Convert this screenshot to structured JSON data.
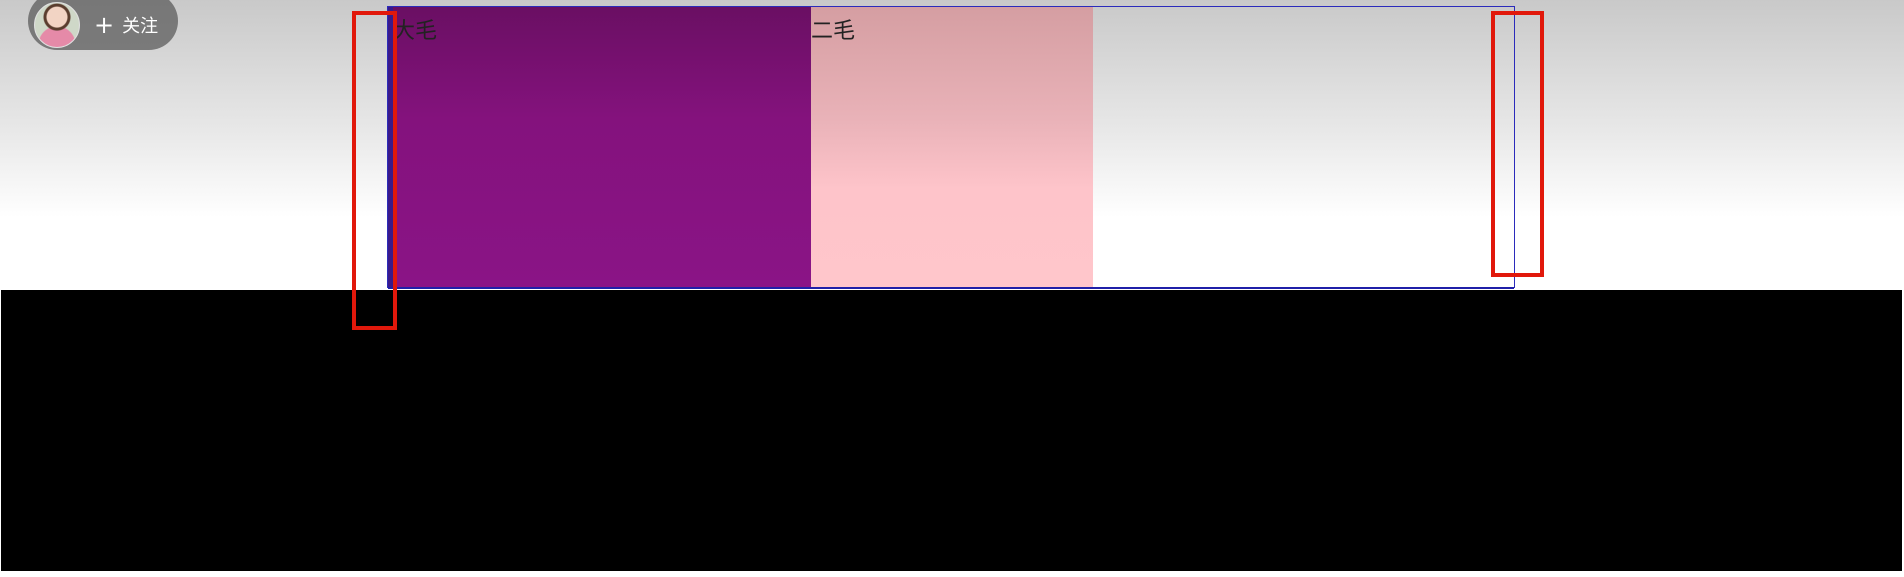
{
  "follow": {
    "label": "关注",
    "plus_icon": "+"
  },
  "flex_demo": {
    "items": [
      {
        "label": "大毛",
        "color": "#84127d"
      },
      {
        "label": "二毛",
        "color": "#ffc6cb"
      }
    ],
    "border_color": "#2b2bbb"
  },
  "annotations": {
    "highlight_color": "#e1180b"
  }
}
